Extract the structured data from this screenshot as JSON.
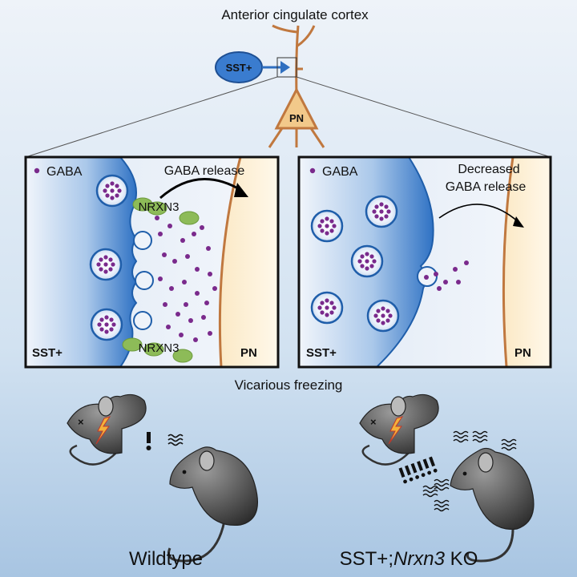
{
  "header": {
    "title": "Anterior cingulate cortex"
  },
  "top_diagram": {
    "sst_label": "SST+",
    "pn_label": "PN"
  },
  "panels": {
    "left": {
      "legend": "GABA",
      "release_label": "GABA release",
      "nrxn_top": "NRXN3",
      "nrxn_bottom": "NRXN3",
      "presyn_label": "SST+",
      "postsyn_label": "PN"
    },
    "right": {
      "legend": "GABA",
      "release_line1": "Decreased",
      "release_line2": "GABA release",
      "presyn_label": "SST+",
      "postsyn_label": "PN"
    }
  },
  "behavior": {
    "title": "Vicarious freezing",
    "wildtype_label": "Wildtype",
    "ko_prefix": "SST+;",
    "ko_gene": "Nrxn3",
    "ko_suffix": " KO"
  },
  "colors": {
    "bg_top": "#e9f0f8",
    "bg_bottom": "#a9c6e2",
    "sst_blue": "#2f6fc0",
    "membrane": "#c0783f",
    "gaba": "#7a2a8c",
    "nrxn_green": "#8dbb58",
    "pn_fill": "#f2c98a",
    "mouse_gray": "#555555"
  }
}
